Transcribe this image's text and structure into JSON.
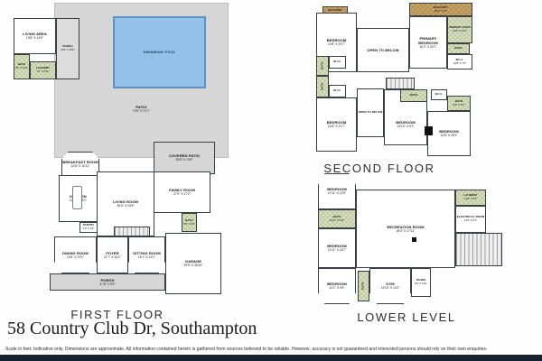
{
  "page": {
    "address": "58 Country Club Dr, Southampton",
    "disclaimer": "Scale in feet. Indicative only. Dimensions are approximate. All information contained herein is gathered from sources believed to be reliable. However, accuracy is not guaranteed and interested persons should rely on their own enquiries."
  },
  "colors": {
    "pool": "#92c1ea",
    "patio_gray": "#d6d6d6",
    "bath_green": "#d8dfbc",
    "balcony_tan": "#c7a365",
    "wall": "#3a3f44",
    "footer_bar": "#16222e"
  },
  "floors": {
    "first": {
      "label": "FIRST FLOOR",
      "rooms": {
        "living_area": {
          "name": "LIVING AREA",
          "dims": "13'8\" X 14'5\""
        },
        "porch_guest": {
          "name": "PORCH",
          "dims": "14'6\" X 25'0\""
        },
        "bath_guest": {
          "name": "BATH",
          "dims": "5'8\" X 5'11\""
        },
        "laundry_guest": {
          "name": "LAUNDRY",
          "dims": "7'6\" X 5'11\""
        },
        "swimming_pool": {
          "name": "SWIMMING POOL"
        },
        "patio": {
          "name": "PATIO",
          "dims": "72'6\" X 71'7\""
        },
        "covered_patio": {
          "name": "COVERED PATIO",
          "dims": "25'8\" X 13'5\""
        },
        "breakfast_room": {
          "name": "BREAKFAST ROOM",
          "dims": "14'8\" X 10'11\""
        },
        "kitchen": {
          "name": "KITCHEN",
          "dims": "14'5\" X 18'1\""
        },
        "pantry": {
          "name": "PANTRY",
          "dims": "7'0\" X 4'2\""
        },
        "living_room": {
          "name": "LIVING ROOM",
          "dims": "30'5\" X 24'8\""
        },
        "family_room": {
          "name": "FAMILY ROOM",
          "dims": "27'9\" X 17'2\""
        },
        "bath_main": {
          "name": "BATH",
          "dims": "5'8\" X 6'5\""
        },
        "dining_room": {
          "name": "DINING ROOM",
          "dims": "14'8\" X 19'1\""
        },
        "foyer": {
          "name": "FOYER",
          "dims": "11'7\" X 16'2\""
        },
        "sitting_room": {
          "name": "SITTING ROOM",
          "dims": "16'1\" X 19'1\""
        },
        "garage": {
          "name": "GARAGE",
          "dims": "29'9\" X 28'10\""
        },
        "porch_front": {
          "name": "PORCH",
          "dims": "47'8\" X 9'9\""
        }
      }
    },
    "second": {
      "label": "SECOND FLOOR",
      "rooms": {
        "balcony_small": {
          "name": "BALCONY",
          "dims": "8'1\" X 3'5\""
        },
        "bedroom_tl": {
          "name": "BEDROOM",
          "dims": "14'8\" X 20'7\""
        },
        "open_below_top": {
          "name": "OPEN TO BELOW"
        },
        "balcony_large": {
          "name": "BALCONY",
          "dims": "25'6\" X 7'8\""
        },
        "primary_bedroom": {
          "name": "PRIMARY BEDROOM",
          "dims": "16'2\" X 20'1\""
        },
        "primary_bath": {
          "name": "PRIMARY BATH",
          "dims": "13'8\" X 16'1\""
        },
        "bath_primary_small": {
          "name": "BATH",
          "dims": "5'8\" X 5'5\""
        },
        "wic_primary": {
          "name": "W.I.C.",
          "dims": "10'8\" X 7'5\""
        },
        "bath_left_1": {
          "name": "BATH",
          "dims": "8'0\" X 5'0\""
        },
        "wic_left_1": {
          "name": "W.I.C."
        },
        "bath_left_2": {
          "name": "BATH",
          "dims": "8'0\" X 5'0\""
        },
        "wic_left_2": {
          "name": "W.I.C."
        },
        "bedroom_bl": {
          "name": "BEDROOM",
          "dims": "14'8\" X 21'7\""
        },
        "open_below_bottom": {
          "name": "OPEN TO BELOW"
        },
        "bath_mid": {
          "name": "BATH",
          "dims": "7'6\" X 5'0\""
        },
        "bedroom_mid": {
          "name": "BEDROOM",
          "dims": "13'10\" X 9'2\""
        },
        "wic_right": {
          "name": "W.I.C.",
          "dims": "9'7\" X 3'5\""
        },
        "bath_right": {
          "name": "BATH",
          "dims": "8'0\" X 5'0\""
        },
        "bedroom_right": {
          "name": "BEDROOM",
          "dims": "14'8\" X 25'2\""
        }
      }
    },
    "lower": {
      "label": "LOWER LEVEL",
      "rooms": {
        "bedroom_top": {
          "name": "BEDROOM",
          "dims": "12'11\" X 12'9\""
        },
        "bath_left": {
          "name": "BATH",
          "dims": "12'11\" X 6'11\""
        },
        "bedroom_mid": {
          "name": "BEDROOM",
          "dims": "12'11\" X 16'7\""
        },
        "bedroom_bottom": {
          "name": "BEDROOM",
          "dims": "12'1\" X 9'9\""
        },
        "recreation_room": {
          "name": "RECREATION ROOM",
          "dims": "35'4\" X 27'11\""
        },
        "laundry": {
          "name": "LAUNDRY",
          "dims": "11'8\" X 6'9\""
        },
        "electrical_room": {
          "name": "ELECTRICAL ROOM",
          "dims": "11'9\" X 9'1\""
        },
        "bath_bottom": {
          "name": "BATH",
          "dims": "4'9\" X 7'5\""
        },
        "gym": {
          "name": "GYM",
          "dims": "13'10\" X 10'2\""
        },
        "room": {
          "name": "ROOM",
          "dims": "9'9\" X 14'0\""
        }
      }
    }
  }
}
